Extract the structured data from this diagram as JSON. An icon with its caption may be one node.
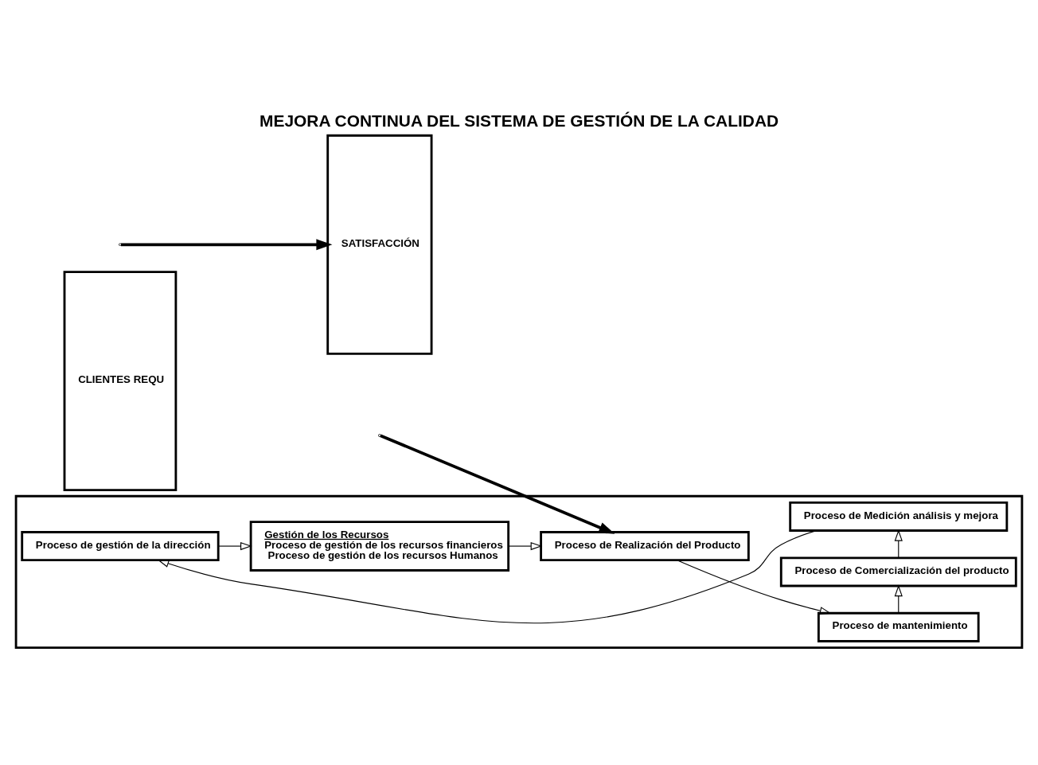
{
  "diagram": {
    "title": "MEJORA CONTINUA DEL SISTEMA DE GESTIÓN DE LA CALIDAD",
    "nodes": [
      {
        "text": [
          "CLIENTES REQU"
        ]
      },
      {
        "text": [],
        "shape": "box"
      },
      {
        "text": [
          "Proceso de gestión de la dirección"
        ],
        "in": 1
      },
      {
        "text": [
          "Gestión de los Recursos",
          "Proceso de gestión de los recursos financieros",
          "Proceso de gestión de los recursos Humanos"
        ],
        "in": 1
      },
      {
        "text": [
          "Proceso de Realización del Producto"
        ],
        "in": 1
      },
      {
        "text": [
          "Proceso de mantenimiento"
        ],
        "in": 1
      },
      {
        "text": [
          "Proceso de Comercialización del producto"
        ],
        "in": 1
      },
      {
        "text": [
          "Proceso de Medición análisis y mejora"
        ],
        "in": 1
      },
      {
        "text": [
          "SATISFACCIÓN"
        ]
      }
    ],
    "edges": [
      {
        "from": 2,
        "to": 3,
        "arrow": "to"
      },
      {
        "from": 3,
        "to": 4,
        "arrow": "to"
      },
      {
        "from": 4,
        "to": 5,
        "arrow": "to"
      },
      {
        "from": 5,
        "to": 6,
        "arrow": "to"
      },
      {
        "from": 6,
        "to": 7,
        "arrow": "to"
      },
      {
        "from": 7,
        "to": 2,
        "arrow": "to"
      },
      {
        "from": null,
        "to": 4,
        "arrow": "to",
        "style": "thick"
      },
      {
        "from": null,
        "to": 8,
        "arrow": "to",
        "style": "thick"
      }
    ]
  }
}
